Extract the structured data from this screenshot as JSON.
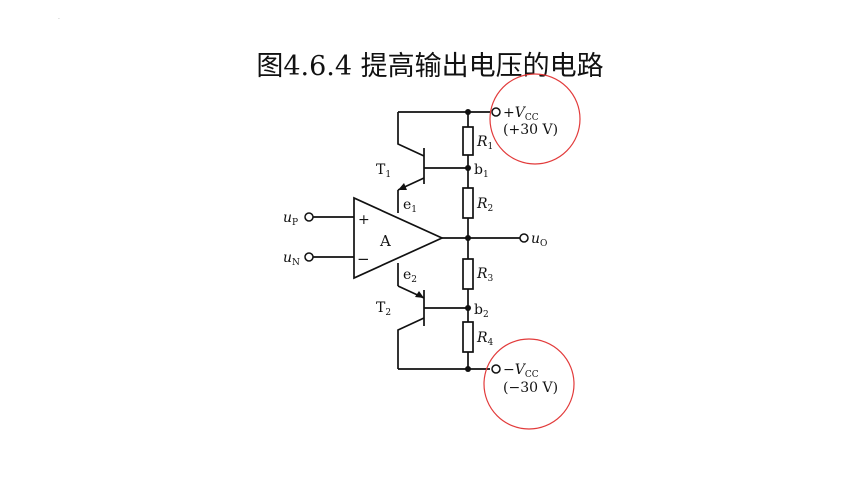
{
  "slide": {
    "title": "图4.6.4  提高输出电压的电路",
    "corner_mark": "."
  },
  "circuit": {
    "vcc_pos_sign": "+",
    "vcc_neg_sign": "−",
    "vcc_symbol": "V",
    "vcc_sub": "CC",
    "vcc_pos_value": "(+30 V)",
    "vcc_neg_value": "(−30 V)",
    "opamp_label": "A",
    "opamp_plus": "+",
    "opamp_minus": "−",
    "input_p": "u",
    "input_p_sub": "P",
    "input_n": "u",
    "input_n_sub": "N",
    "output": "u",
    "output_sub": "O",
    "t1": "T",
    "t1_sub": "1",
    "t2": "T",
    "t2_sub": "2",
    "e1": "e",
    "e1_sub": "1",
    "e2": "e",
    "e2_sub": "2",
    "b1": "b",
    "b1_sub": "1",
    "b2": "b",
    "b2_sub": "2",
    "r1": "R",
    "r1_sub": "1",
    "r2": "R",
    "r2_sub": "2",
    "r3": "R",
    "r3_sub": "3",
    "r4": "R",
    "r4_sub": "4",
    "highlight_color": "#e23b3b"
  }
}
